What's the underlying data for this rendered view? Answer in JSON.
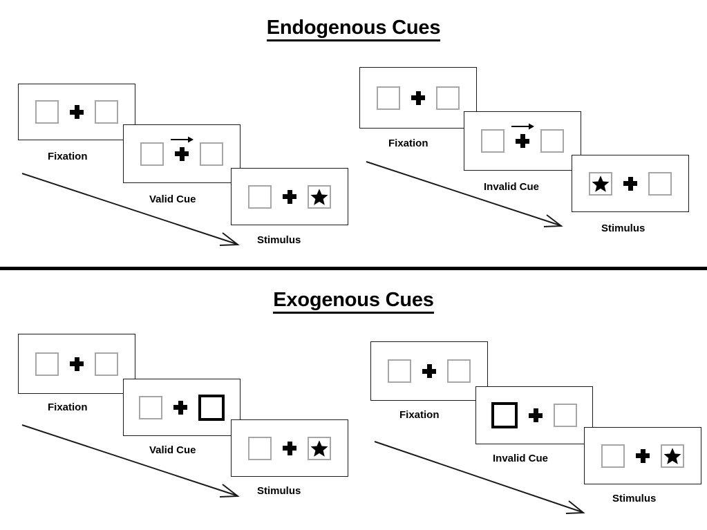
{
  "figure": {
    "sections": [
      {
        "id": "endogenous",
        "title": "Endogenous Cues",
        "sequences": [
          {
            "id": "endogenous-valid",
            "panels": [
              {
                "caption": "Fixation",
                "left_box": "empty",
                "right_box": "empty",
                "cue_arrow": false
              },
              {
                "caption": "Valid Cue",
                "left_box": "empty",
                "right_box": "empty",
                "cue_arrow": true,
                "cue_direction": "right"
              },
              {
                "caption": "Stimulus",
                "left_box": "empty",
                "right_box": "star",
                "cue_arrow": false
              }
            ]
          },
          {
            "id": "endogenous-invalid",
            "panels": [
              {
                "caption": "Fixation",
                "left_box": "empty",
                "right_box": "empty",
                "cue_arrow": false
              },
              {
                "caption": "Invalid Cue",
                "left_box": "empty",
                "right_box": "empty",
                "cue_arrow": true,
                "cue_direction": "right"
              },
              {
                "caption": "Stimulus",
                "left_box": "star",
                "right_box": "empty",
                "cue_arrow": false
              }
            ]
          }
        ]
      },
      {
        "id": "exogenous",
        "title": "Exogenous Cues",
        "sequences": [
          {
            "id": "exogenous-valid",
            "panels": [
              {
                "caption": "Fixation",
                "left_box": "empty",
                "right_box": "empty",
                "cue_arrow": false
              },
              {
                "caption": "Valid Cue",
                "left_box": "empty",
                "right_box": "highlight",
                "cue_arrow": false
              },
              {
                "caption": "Stimulus",
                "left_box": "empty",
                "right_box": "star",
                "cue_arrow": false
              }
            ]
          },
          {
            "id": "exogenous-invalid",
            "panels": [
              {
                "caption": "Fixation",
                "left_box": "empty",
                "right_box": "empty",
                "cue_arrow": false
              },
              {
                "caption": "Invalid Cue",
                "left_box": "highlight",
                "right_box": "empty",
                "cue_arrow": false
              },
              {
                "caption": "Stimulus",
                "left_box": "empty",
                "right_box": "star",
                "cue_arrow": false
              }
            ]
          }
        ]
      }
    ],
    "icons": {
      "fixation_cross": "plus-icon",
      "target": "star-icon",
      "endogenous_cue": "right-arrow-icon",
      "time_flow": "diagonal-arrow-icon"
    },
    "colors": {
      "ink": "#000000",
      "panel_border": "#1a1a1a",
      "box_border": "#a6a6a6",
      "highlight_border": "#000000",
      "background": "#ffffff"
    }
  },
  "labels": {
    "endogenous_title": "Endogenous Cues",
    "exogenous_title": "Exogenous Cues",
    "fixation": "Fixation",
    "valid_cue": "Valid Cue",
    "invalid_cue": "Invalid Cue",
    "stimulus": "Stimulus"
  }
}
